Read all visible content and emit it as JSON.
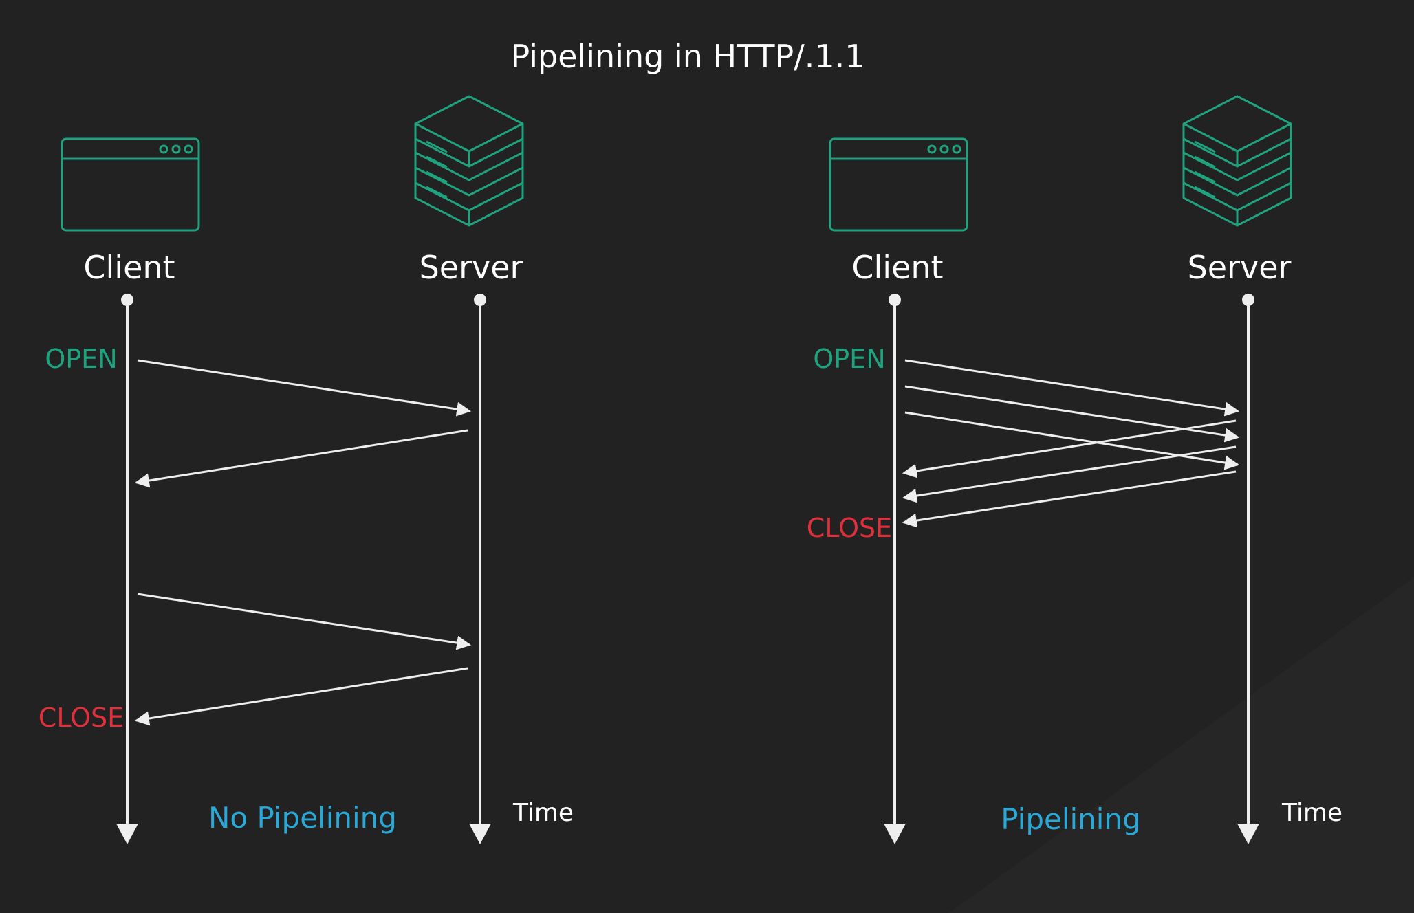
{
  "title": "Pipelining in HTTP/.1.1",
  "colors": {
    "background": "#222222",
    "icon": "#1fa37f",
    "line": "#eeeeee",
    "open": "#1fa37f",
    "close": "#e0303c",
    "mode": "#2aa8d8"
  },
  "panels": [
    {
      "client_label": "Client",
      "server_label": "Server",
      "open_label": "OPEN",
      "close_label": "CLOSE",
      "time_label": "Time",
      "mode_label": "No Pipelining"
    },
    {
      "client_label": "Client",
      "server_label": "Server",
      "open_label": "OPEN",
      "close_label": "CLOSE",
      "time_label": "Time",
      "mode_label": "Pipelining"
    }
  ]
}
